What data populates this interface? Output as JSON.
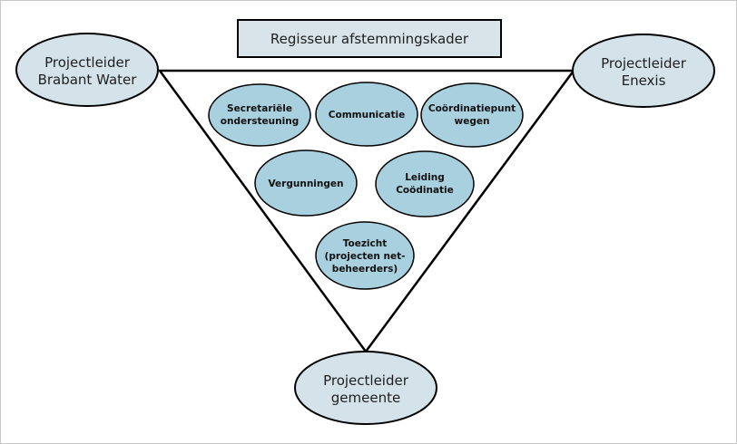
{
  "title_box": {
    "label": "Regisseur afstemmingskader"
  },
  "corners": {
    "top_left": [
      "Projectleider",
      "Brabant Water"
    ],
    "top_right": [
      "Projectleider",
      "Enexis"
    ],
    "bottom": [
      "Projectleider",
      "gemeente"
    ]
  },
  "roles": [
    {
      "lines": [
        "Secretariële",
        "ondersteuning"
      ]
    },
    {
      "lines": [
        "Communicatie"
      ]
    },
    {
      "lines": [
        "Coördinatiepunt",
        "wegen"
      ]
    },
    {
      "lines": [
        "Vergunningen"
      ]
    },
    {
      "lines": [
        "Leiding",
        "Coödinatie"
      ]
    },
    {
      "lines": [
        "Toezicht",
        "(projecten net-",
        "beheerders)"
      ]
    }
  ],
  "colors": {
    "corner_fill": "#d4e3ea",
    "role_fill": "#a8d0de",
    "box_fill": "#d9e4ea",
    "stroke": "#000000"
  }
}
